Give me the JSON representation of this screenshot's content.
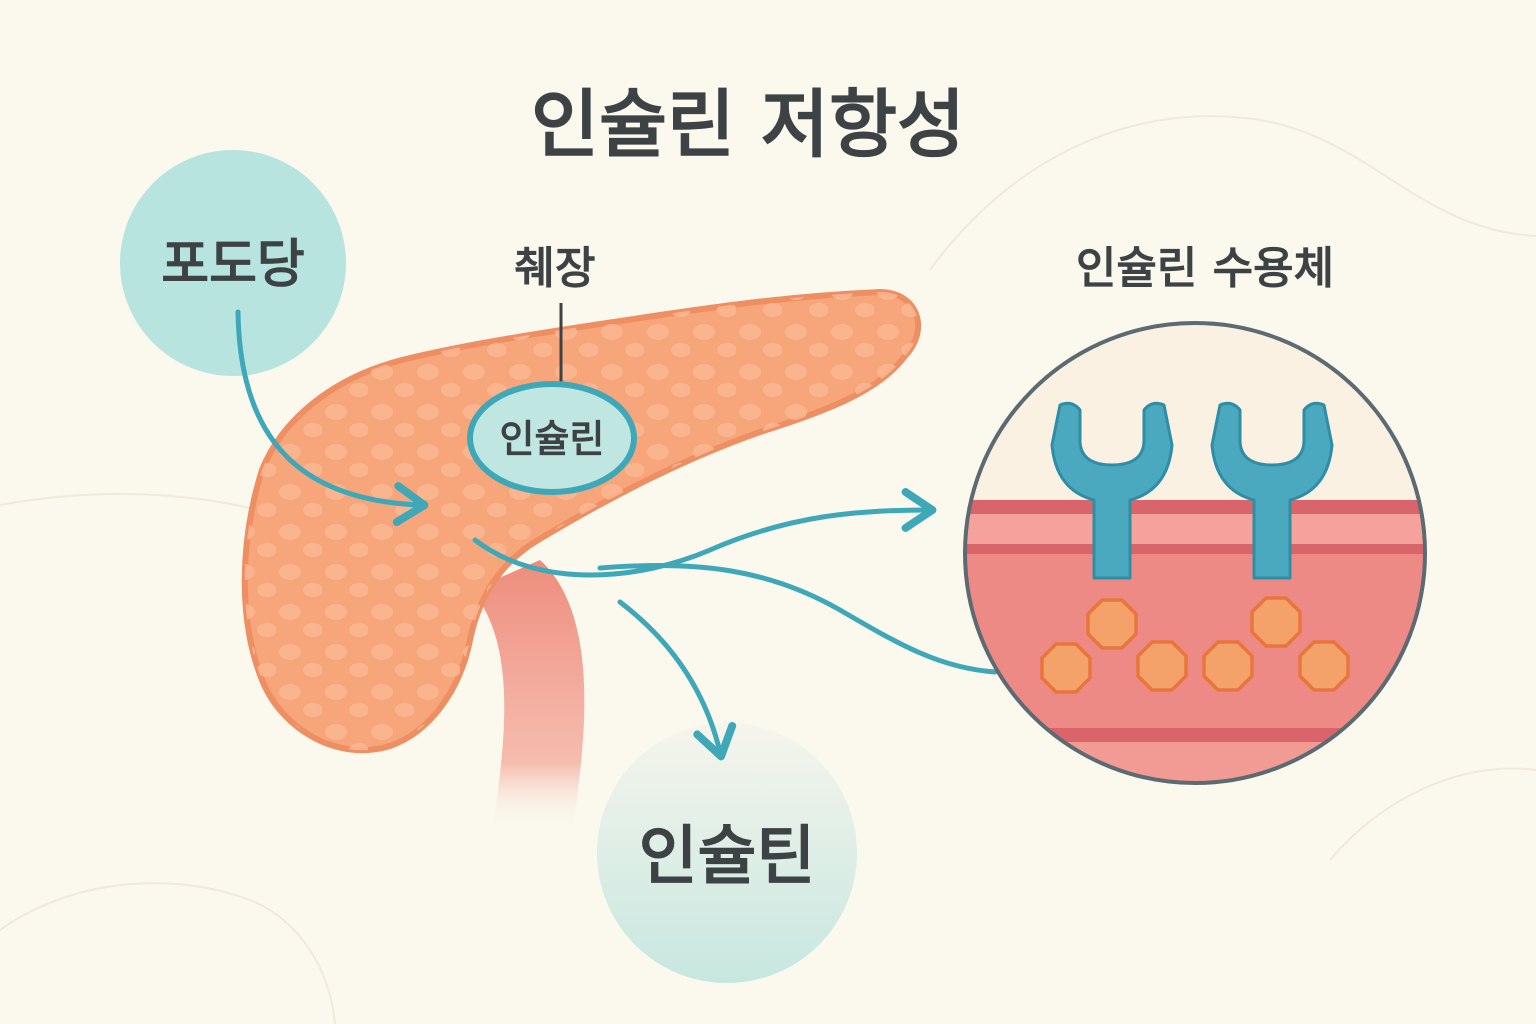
{
  "title": "인슐린 저항성",
  "labels": {
    "glucose": "포도당",
    "pancreas": "췌장",
    "insulin_islet": "인슐린",
    "receptor": "인슐린 수용체",
    "insulin_output": "인슐틴"
  },
  "colors": {
    "background": "#fbf8ee",
    "pancreas": "#f7a57a",
    "pancreas_outline": "#ee8e63",
    "arrow": "#3fa8b8",
    "glucose_circle": "#b8e4e0",
    "receptor": "#4aa9bf",
    "membrane": "#ee8a86",
    "glucose_molecule": "#f4a16a",
    "text": "#3d4244"
  },
  "icons": [
    "pancreas-organ",
    "insulin-receptor-icon",
    "glucose-molecule-icon"
  ]
}
